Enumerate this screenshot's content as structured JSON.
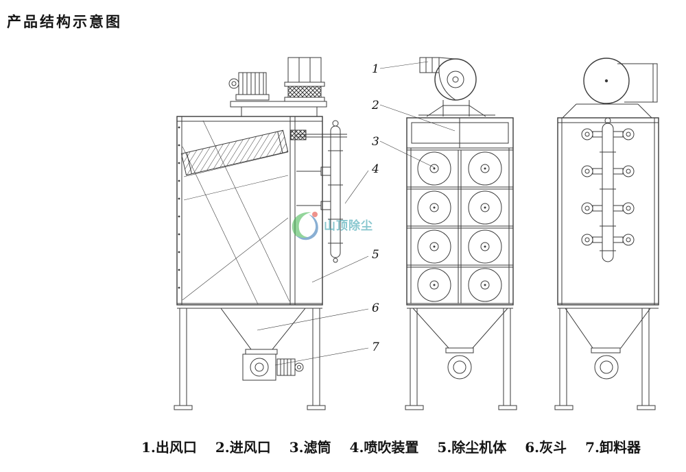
{
  "title": "产品结构示意图",
  "logo": {
    "text": "山顶除尘"
  },
  "parts": [
    {
      "num": "1",
      "name": "出风口",
      "text": "1.出风口"
    },
    {
      "num": "2",
      "name": "进风口",
      "text": "2.进风口"
    },
    {
      "num": "3",
      "name": "滤筒",
      "text": "3.滤筒"
    },
    {
      "num": "4",
      "name": "喷吹装置",
      "text": "4.喷吹装置"
    },
    {
      "num": "5",
      "name": "除尘机体",
      "text": "5.除尘机体"
    },
    {
      "num": "6",
      "name": "灰斗",
      "text": "6.灰斗"
    },
    {
      "num": "7",
      "name": "卸料器",
      "text": "7.卸料器"
    }
  ],
  "colors": {
    "line": "#3a3a3a",
    "logo_green": "#3cb44a",
    "logo_blue": "#2a6fb0",
    "logo_red": "#e03a2f",
    "logo_teal": "#2a9aa8"
  }
}
